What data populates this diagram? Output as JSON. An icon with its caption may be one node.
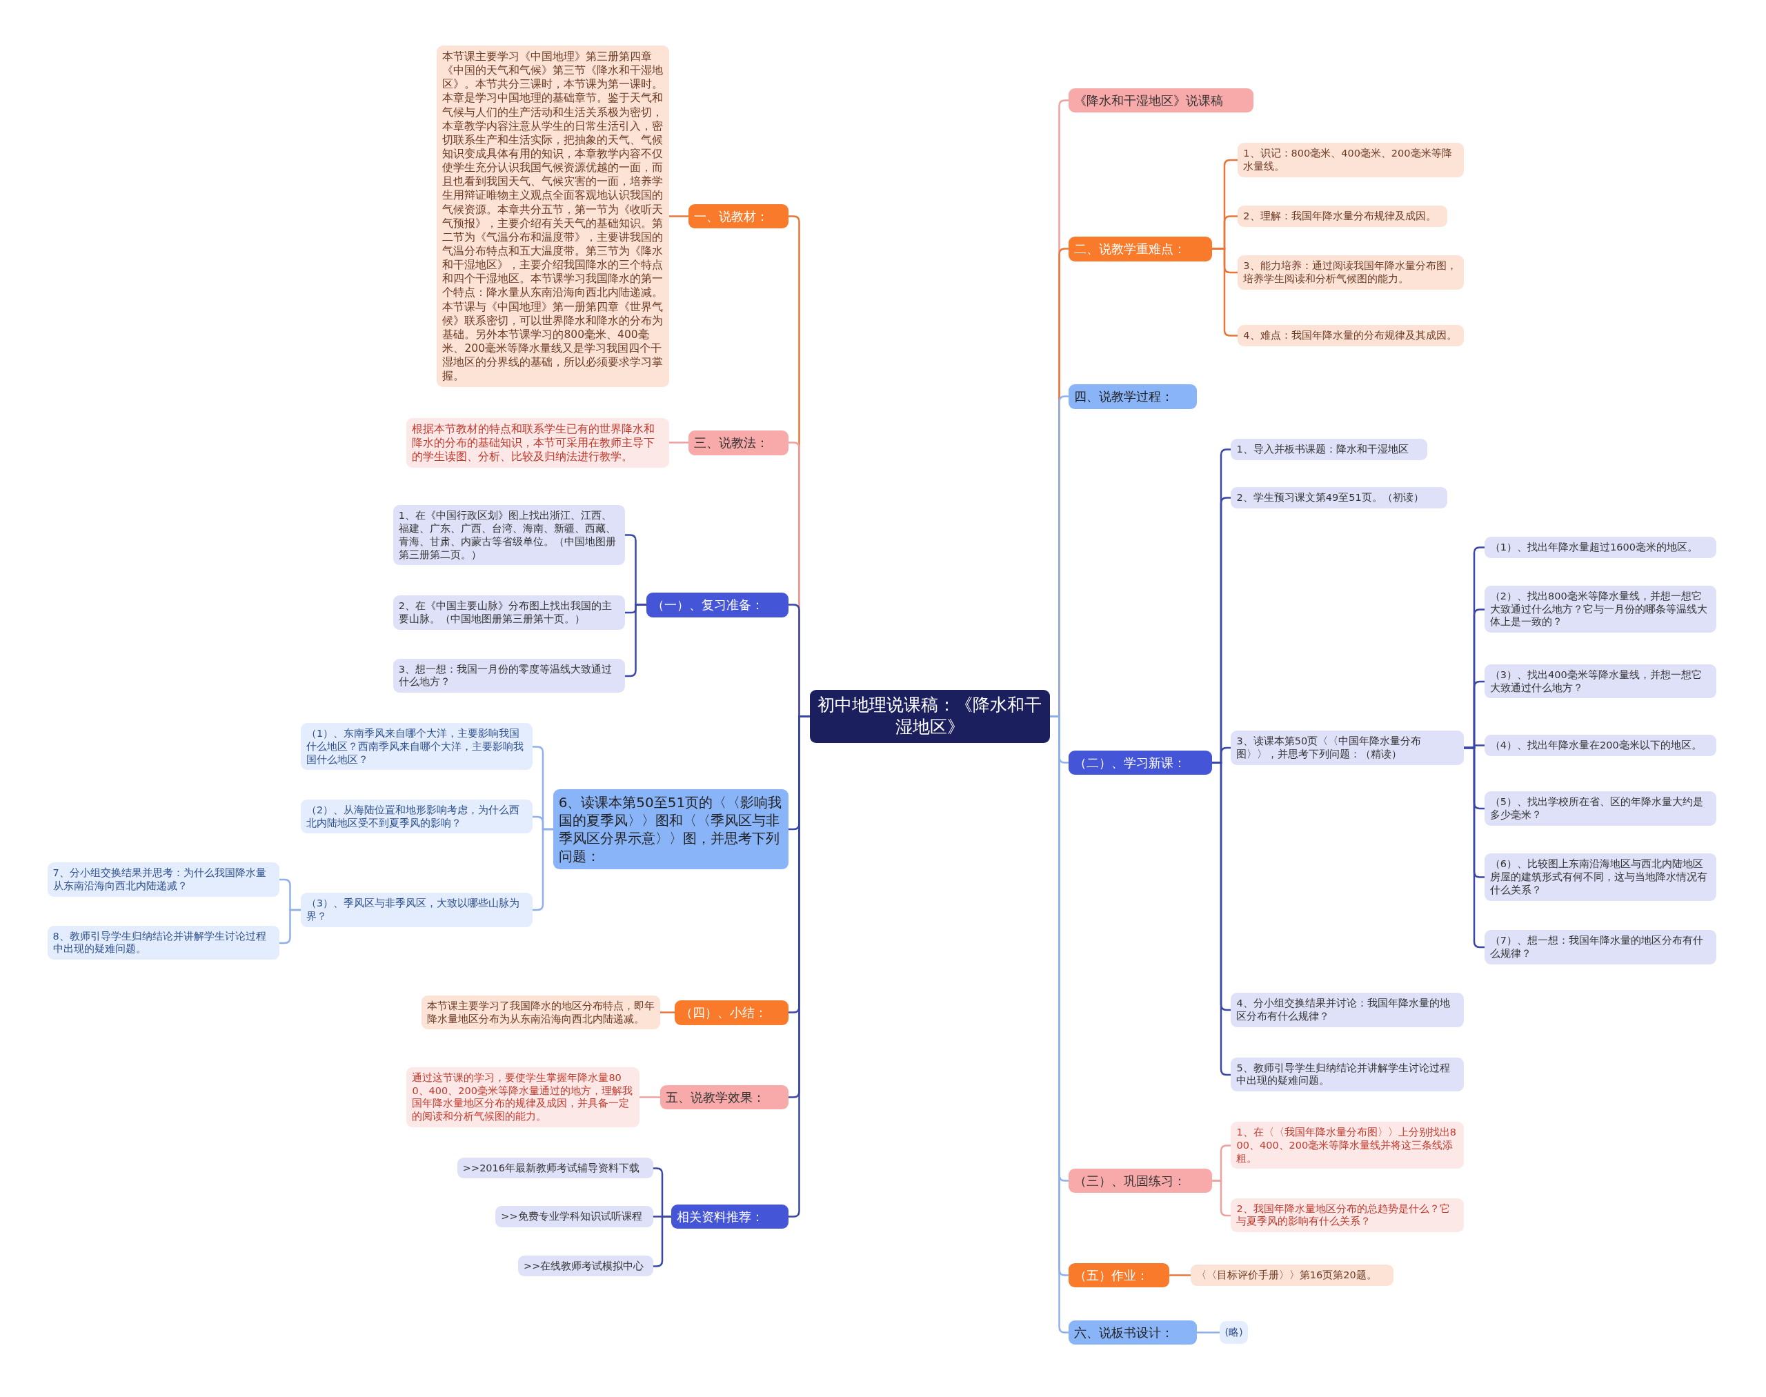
{
  "diagram": {
    "nodes": [
      {
        "text": [
          "初中地理说课稿：《降水和干湿地区》"
        ]
      },
      {
        "text": [
          "一、说教材："
        ]
      },
      {
        "text": [
          "本节课主要学习《中国地理》第三册第四章《中国的天气和气候》第三节《降水和干湿地区》。本节共分三课时，本节课为第一课时。本章是学习中国地理的基础章节。鉴于天气和气候与人们的生产活动和生活关系极为密切，本章教学内容注意从学生的日常生活引入，密切联系生产和生活实际，把抽象的天气、气候知识变成具体有用的知识，本章教学内容不仅使学生充分认识我国气候资源优越的一面，而且也看到我国天气、气候灾害的一面，培养学生用辩证唯物主义观点全面客观地认识我国的气候资源。本章共分五节，第一节为《收听天气预报》，主要介绍有关天气的基础知识。第二节为《气温分布和温度带》，主要讲我国的气温分布特点和五大温度带。第三节为《降水和干湿地区》，主要介绍我国降水的三个特点和四个干湿地区。本节课学习我国降水的第一个特点：降水量从东南沿海向西北内陆递减。本节课与《中国地理》第一册第四章《世界气候》联系密切，可以世界降水和降水的分布为基础。另外本节课学习的800毫米、400毫米、200毫米等降水量线又是学习我国四个干湿地区的分界线的基础，所以必须要求学习掌握。"
        ]
      },
      {
        "text": [
          "三、说教法："
        ]
      },
      {
        "text": [
          "根据本节教材的特点和联系学生已有的世界降水和降水的分布的基础知识，本节可采用在教师主导下的学生读图、分析、比较及归纳法进行教学。"
        ]
      },
      {
        "text": [
          "（一）、复习准备："
        ]
      },
      {
        "text": [
          "1、在《中国行政区划》图上找出浙江、江西、福建、广东、广西、台湾、海南、新疆、西藏、青海、甘肃、内蒙古等省级单位。（中国地图册第三册第二页。）"
        ]
      },
      {
        "text": [
          "2、在《中国主要山脉》分布图上找出我国的主要山脉。（中国地图册第三册第十页。）"
        ]
      },
      {
        "text": [
          "3、想一想：我国一月份的零度等温线大致通过什么地方？"
        ]
      },
      {
        "text": [
          "6、读课本第50至51页的〈〈影响我国的夏季风〉〉图和〈〈季风区与非季风区分界示意〉〉图，并思考下列问题："
        ]
      },
      {
        "text": [
          "（1）、东南季风来自哪个大洋，主要影响我国什么地区？西南季风来自哪个大洋，主要影响我国什么地区？"
        ]
      },
      {
        "text": [
          "（2）、从海陆位置和地形影响考虑，为什么西北内陆地区受不到夏季风的影响？"
        ]
      },
      {
        "text": [
          "（3）、季风区与非季风区，大致以哪些山脉为界？"
        ]
      },
      {
        "text": [
          "7、分小组交换结果并思考：为什么我国降水量从东南沿海向西北内陆递减？"
        ]
      },
      {
        "text": [
          "8、教师引导学生归纳结论并讲解学生讨论过程中出现的疑难问题。"
        ]
      },
      {
        "text": [
          "（四）、小结："
        ]
      },
      {
        "text": [
          "本节课主要学习了我国降水的地区分布特点，即年降水量地区分布为从东南沿海向西北内陆递减。"
        ]
      },
      {
        "text": [
          "五、说教学效果："
        ]
      },
      {
        "text": [
          "通过这节课的学习，要使学生掌握年降水量800、400、200毫米等降水量通过的地方，理解我国年降水量地区分布的规律及成因，并具备一定的阅读和分析气候图的能力。"
        ]
      },
      {
        "text": [
          "相关资料推荐："
        ]
      },
      {
        "text": [
          ">>2016年最新教师考试辅导资料下载"
        ]
      },
      {
        "text": [
          ">>免费专业学科知识试听课程"
        ]
      },
      {
        "text": [
          ">>在线教师考试模拟中心"
        ]
      },
      {
        "text": [
          "《降水和干湿地区》说课稿"
        ]
      },
      {
        "text": [
          "二、说教学重难点："
        ]
      },
      {
        "text": [
          "1、识记：800毫米、400毫米、200毫米等降水量线。"
        ]
      },
      {
        "text": [
          "2、理解：我国年降水量分布规律及成因。"
        ]
      },
      {
        "text": [
          "3、能力培养：通过阅读我国年降水量分布图，培养学生阅读和分析气候图的能力。"
        ]
      },
      {
        "text": [
          "4、难点：我国年降水量的分布规律及其成因。"
        ]
      },
      {
        "text": [
          "四、说教学过程："
        ]
      },
      {
        "text": [
          "（二）、学习新课："
        ]
      },
      {
        "text": [
          "1、导入并板书课题：降水和干湿地区"
        ]
      },
      {
        "text": [
          "2、学生预习课文第49至51页。（初读）"
        ]
      },
      {
        "text": [
          "3、读课本第50页〈〈中国年降水量分布图〉〉，并思考下列问题：（精读）"
        ]
      },
      {
        "text": [
          "（1）、找出年降水量超过1600毫米的地区。"
        ]
      },
      {
        "text": [
          "（2）、找出800毫米等降水量线，并想一想它大致通过什么地方？它与一月份的哪条等温线大体上是一致的？"
        ]
      },
      {
        "text": [
          "（3）、找出400毫米等降水量线，并想一想它大致通过什么地方？"
        ]
      },
      {
        "text": [
          "（4）、找出年降水量在200毫米以下的地区。"
        ]
      },
      {
        "text": [
          "（5）、找出学校所在省、区的年降水量大约是多少毫米？"
        ]
      },
      {
        "text": [
          "（6）、比较图上东南沿海地区与西北内陆地区房屋的建筑形式有何不同，这与当地降水情况有什么关系？"
        ]
      },
      {
        "text": [
          "（7）、想一想：我国年降水量的地区分布有什么规律？"
        ]
      },
      {
        "text": [
          "4、分小组交换结果并讨论：我国年降水量的地区分布有什么规律？"
        ]
      },
      {
        "text": [
          "5、教师引导学生归纳结论并讲解学生讨论过程中出现的疑难问题。"
        ]
      },
      {
        "text": [
          "（三）、巩固练习："
        ]
      },
      {
        "text": [
          "1、在〈〈我国年降水量分布图〉〉上分别找出800、400、200毫米等降水量线并将这三条线添粗。"
        ]
      },
      {
        "text": [
          "2、我国年降水量地区分布的总趋势是什么？它与夏季风的影响有什么关系？"
        ]
      },
      {
        "text": [
          "（五）作业："
        ]
      },
      {
        "text": [
          "〈〈目标评价手册〉〉第16页第20题。"
        ]
      },
      {
        "text": [
          "六、说板书设计："
        ]
      },
      {
        "text": [
          "(略)"
        ]
      }
    ],
    "edges": [
      {
        "from": 0,
        "to": 1,
        "arrow": "none",
        "color": "#e8763a"
      },
      {
        "from": 1,
        "to": 2,
        "arrow": "none",
        "color": "#e8763a"
      },
      {
        "from": 0,
        "to": 3,
        "arrow": "none",
        "color": "#f0a0a0"
      },
      {
        "from": 3,
        "to": 4,
        "arrow": "none",
        "color": "#f0a0a0"
      },
      {
        "from": 0,
        "to": 5,
        "arrow": "none"
      },
      {
        "from": 5,
        "to": 6,
        "arrow": "none"
      },
      {
        "from": 5,
        "to": 7,
        "arrow": "none"
      },
      {
        "from": 5,
        "to": 8,
        "arrow": "none"
      },
      {
        "from": 0,
        "to": 9,
        "arrow": "none"
      },
      {
        "from": 9,
        "to": 10,
        "arrow": "none",
        "color": "#8fb0ea"
      },
      {
        "from": 9,
        "to": 11,
        "arrow": "none",
        "color": "#8fb0ea"
      },
      {
        "from": 9,
        "to": 12,
        "arrow": "none",
        "color": "#8fb0ea"
      },
      {
        "from": 12,
        "to": 13,
        "arrow": "none",
        "color": "#8fb0ea"
      },
      {
        "from": 12,
        "to": 14,
        "arrow": "none",
        "color": "#8fb0ea"
      },
      {
        "from": 0,
        "to": 15,
        "arrow": "none"
      },
      {
        "from": 15,
        "to": 16,
        "arrow": "none",
        "color": "#e8763a"
      },
      {
        "from": 0,
        "to": 17,
        "arrow": "none"
      },
      {
        "from": 17,
        "to": 18,
        "arrow": "none",
        "color": "#f0a0a0"
      },
      {
        "from": 0,
        "to": 19,
        "arrow": "none"
      },
      {
        "from": 19,
        "to": 20,
        "arrow": "none"
      },
      {
        "from": 19,
        "to": 21,
        "arrow": "none"
      },
      {
        "from": 19,
        "to": 22,
        "arrow": "none"
      },
      {
        "from": 0,
        "to": 23,
        "arrow": "none",
        "color": "#f0a0a0"
      },
      {
        "from": 0,
        "to": 24,
        "arrow": "none",
        "color": "#e8763a"
      },
      {
        "from": 24,
        "to": 25,
        "arrow": "none",
        "color": "#e8763a"
      },
      {
        "from": 24,
        "to": 26,
        "arrow": "none",
        "color": "#e8763a"
      },
      {
        "from": 24,
        "to": 27,
        "arrow": "none",
        "color": "#e8763a"
      },
      {
        "from": 24,
        "to": 28,
        "arrow": "none",
        "color": "#e8763a"
      },
      {
        "from": 0,
        "to": 29,
        "arrow": "none",
        "color": "#8fb0ea"
      },
      {
        "from": 0,
        "to": 30,
        "arrow": "none",
        "color": "#8fb0ea"
      },
      {
        "from": 30,
        "to": 31,
        "arrow": "none"
      },
      {
        "from": 30,
        "to": 32,
        "arrow": "none"
      },
      {
        "from": 30,
        "to": 33,
        "arrow": "none"
      },
      {
        "from": 33,
        "to": 34,
        "arrow": "none"
      },
      {
        "from": 33,
        "to": 35,
        "arrow": "none"
      },
      {
        "from": 33,
        "to": 36,
        "arrow": "none"
      },
      {
        "from": 33,
        "to": 37,
        "arrow": "none"
      },
      {
        "from": 33,
        "to": 38,
        "arrow": "none"
      },
      {
        "from": 33,
        "to": 39,
        "arrow": "none"
      },
      {
        "from": 33,
        "to": 40,
        "arrow": "none"
      },
      {
        "from": 30,
        "to": 41,
        "arrow": "none"
      },
      {
        "from": 30,
        "to": 42,
        "arrow": "none"
      },
      {
        "from": 0,
        "to": 43,
        "arrow": "none",
        "color": "#8fb0ea"
      },
      {
        "from": 43,
        "to": 44,
        "arrow": "none",
        "color": "#f0a0a0"
      },
      {
        "from": 43,
        "to": 45,
        "arrow": "none",
        "color": "#f0a0a0"
      },
      {
        "from": 0,
        "to": 46,
        "arrow": "none",
        "color": "#8fb0ea"
      },
      {
        "from": 46,
        "to": 47,
        "arrow": "none",
        "color": "#e8763a"
      },
      {
        "from": 0,
        "to": 48,
        "arrow": "none",
        "color": "#8fb0ea"
      },
      {
        "from": 48,
        "to": 49,
        "arrow": "none",
        "color": "#8fb0ea"
      }
    ]
  }
}
